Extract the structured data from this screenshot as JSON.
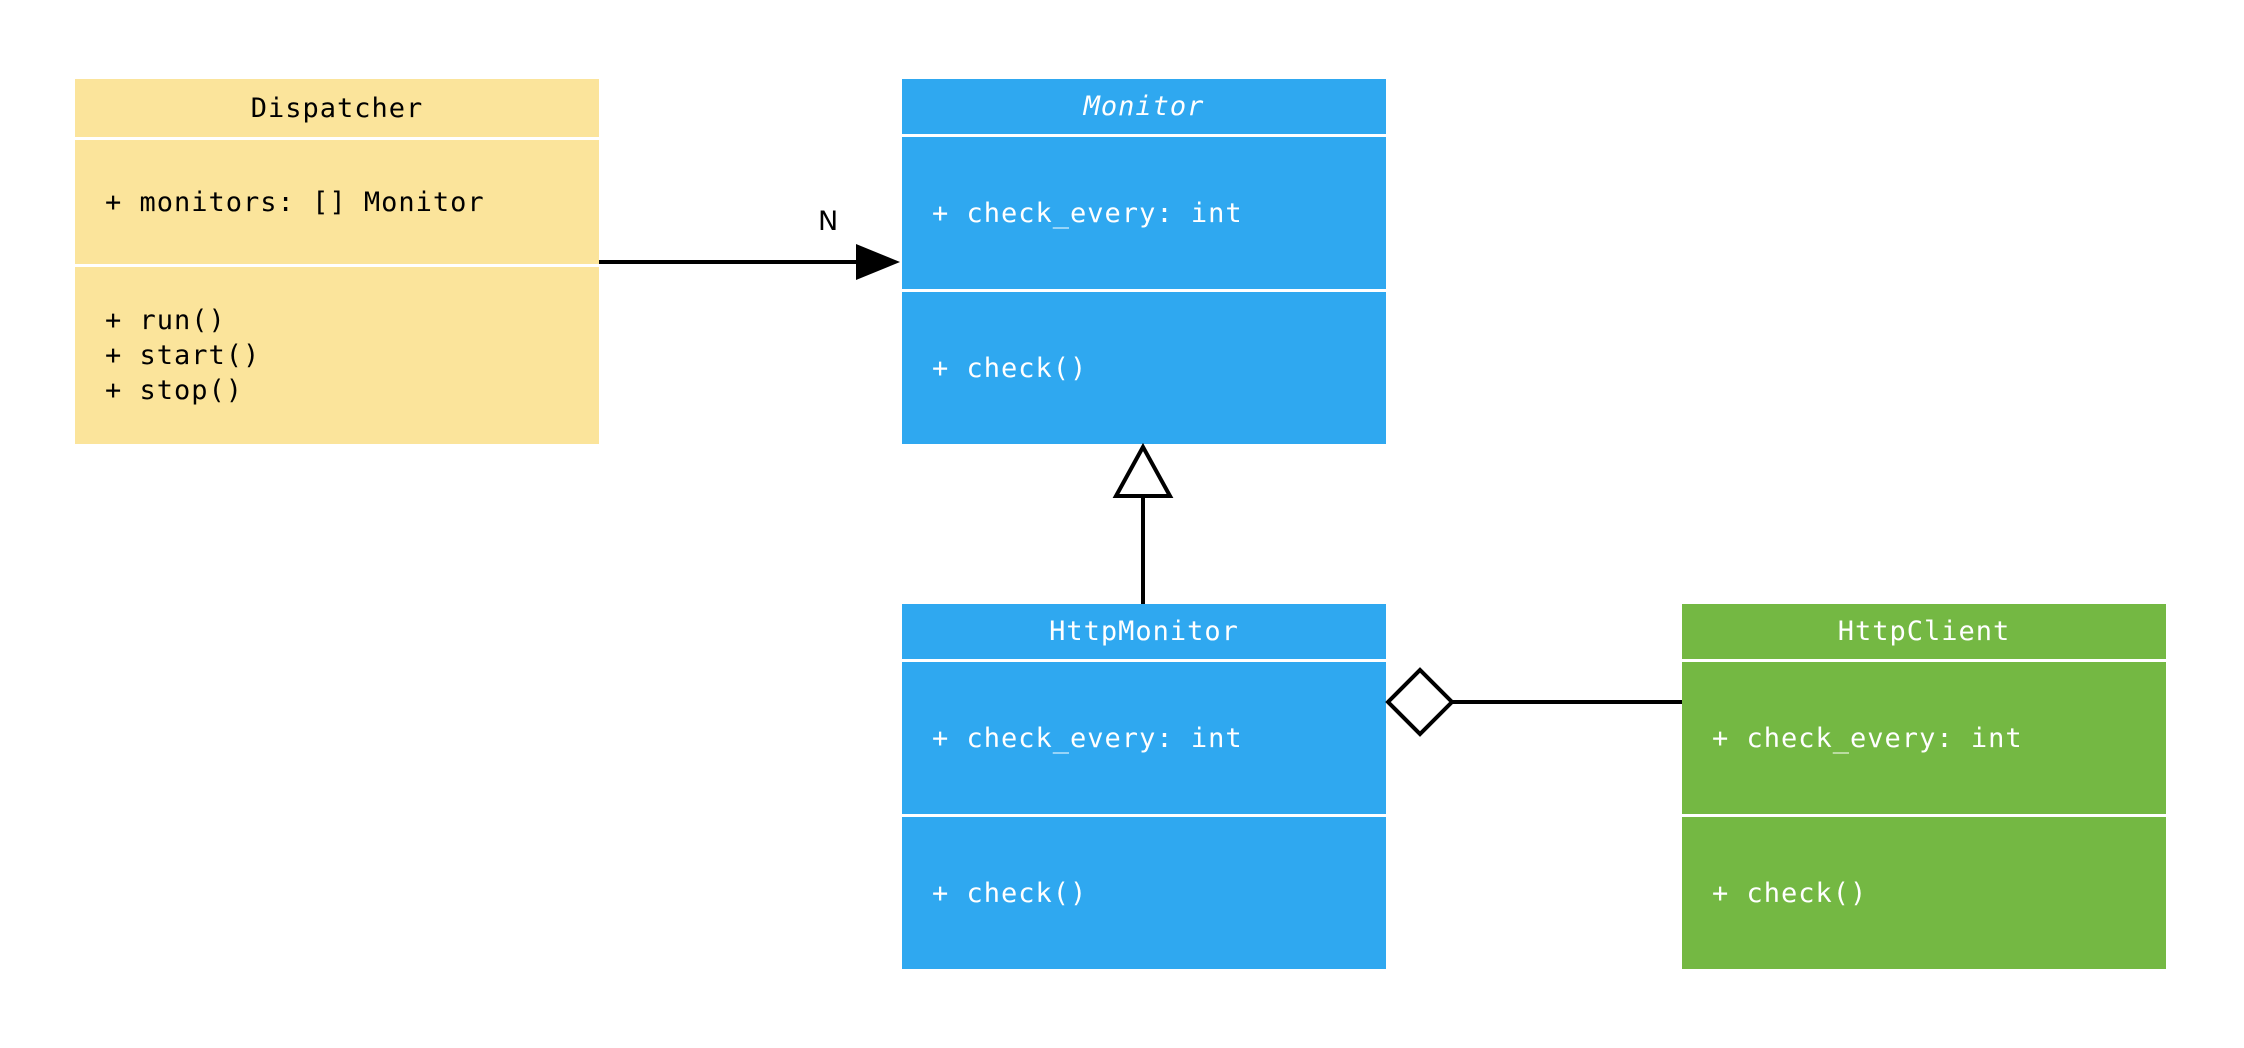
{
  "diagram": {
    "kind": "uml-class-diagram",
    "background": "#ffffff",
    "line_color": "#000000",
    "classes": {
      "dispatcher": {
        "title": "Dispatcher",
        "abstract": false,
        "attributes": [
          "+ monitors: [] Monitor"
        ],
        "methods": [
          "+ run()",
          "+ start()",
          "+ stop()"
        ],
        "fill": "#FBE49B",
        "text_color": "#000000"
      },
      "monitor": {
        "title": "Monitor",
        "abstract": true,
        "attributes": [
          "+ check_every: int"
        ],
        "methods": [
          "+ check()"
        ],
        "fill": "#2FA8F0",
        "text_color": "#FFFFFF"
      },
      "http_monitor": {
        "title": "HttpMonitor",
        "abstract": false,
        "attributes": [
          "+ check_every: int"
        ],
        "methods": [
          "+ check()"
        ],
        "fill": "#2FA8F0",
        "text_color": "#FFFFFF"
      },
      "http_client": {
        "title": "HttpClient",
        "abstract": false,
        "attributes": [
          "+ check_every: int"
        ],
        "methods": [
          "+ check()"
        ],
        "fill": "#74B843",
        "text_color": "#FFFFFF"
      }
    },
    "relations": {
      "dispatcher_to_monitor": {
        "type": "association",
        "from": "Dispatcher",
        "to": "Monitor",
        "multiplicity_label": "N"
      },
      "http_monitor_to_monitor": {
        "type": "inheritance",
        "from": "HttpMonitor",
        "to": "Monitor"
      },
      "http_monitor_to_http_client": {
        "type": "aggregation",
        "from": "HttpMonitor",
        "to": "HttpClient"
      }
    }
  }
}
